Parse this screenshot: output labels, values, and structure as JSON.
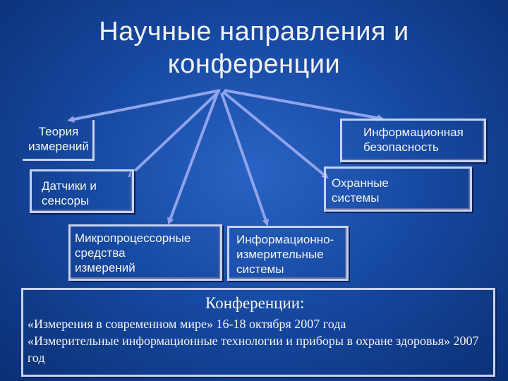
{
  "slide": {
    "title_line1": "Научные направления и",
    "title_line2": "конференции"
  },
  "directions": {
    "teoriya": [
      "Теория",
      "измерений"
    ],
    "datchiki": [
      "Датчики и",
      "сенсоры"
    ],
    "micro": [
      "Микропроцессорные",
      "средства",
      "измерений"
    ],
    "info_izm": [
      "Информационно-",
      "измерительные",
      "системы"
    ],
    "ohran": [
      "Охранные",
      "системы"
    ],
    "infobez": [
      "Информационная",
      "безопасность"
    ]
  },
  "conferences": {
    "heading": "Конференции:",
    "line1": "«Измерения в современном мире»   16-18 октября 2007 года",
    "line2": "«Измерительные информационные технологии и приборы в охране здоровья» 2007 год"
  },
  "colors": {
    "background": "#174aa3",
    "border": "#c8d2f0",
    "arrow": "#8fa4ea"
  }
}
